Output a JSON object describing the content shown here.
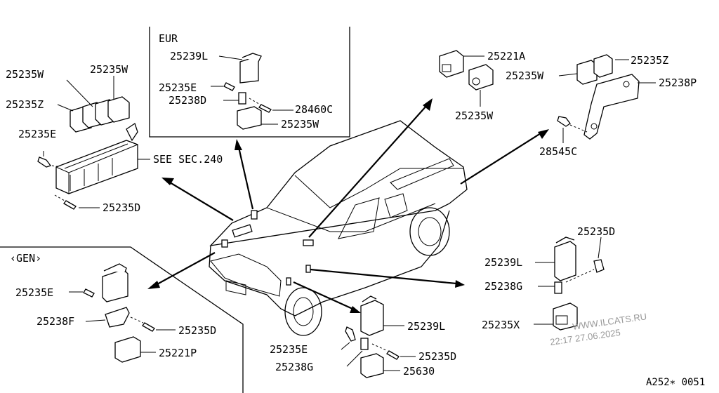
{
  "diagram": {
    "colors": {
      "ink": "#000000",
      "background": "#ffffff",
      "watermark": "#9a9a9a"
    },
    "top_left_group": {
      "labels": {
        "w_left": "25235W",
        "w_right": "25235W",
        "z": "25235Z",
        "e": "25235E",
        "see_sec": "SEE SEC.240",
        "d": "25235D"
      }
    },
    "eur_box": {
      "title": "EUR",
      "labels": {
        "l": "25239L",
        "e": "25235E",
        "d238": "25238D",
        "c": "28460C",
        "w": "25235W"
      }
    },
    "top_right_group": {
      "labels": {
        "a": "25221A",
        "w_mid": "25235W",
        "z": "25235Z",
        "w": "25235W",
        "p": "25238P",
        "c": "28545C"
      }
    },
    "gen_box": {
      "title": "‹GEN›",
      "labels": {
        "e": "25235E",
        "f": "25238F",
        "d": "25235D",
        "p": "25221P"
      }
    },
    "bottom_center_group": {
      "labels": {
        "l": "25239L",
        "e": "25235E",
        "d": "25235D",
        "g": "25238G",
        "n": "25630"
      }
    },
    "right_group": {
      "labels": {
        "d": "25235D",
        "l": "25239L",
        "g": "25238G",
        "x": "25235X"
      }
    },
    "watermark": {
      "line1": "WWW.ILCATS.RU",
      "line2": "22:17 27.06.2025"
    },
    "figure_code": "A252∗ 0051"
  }
}
